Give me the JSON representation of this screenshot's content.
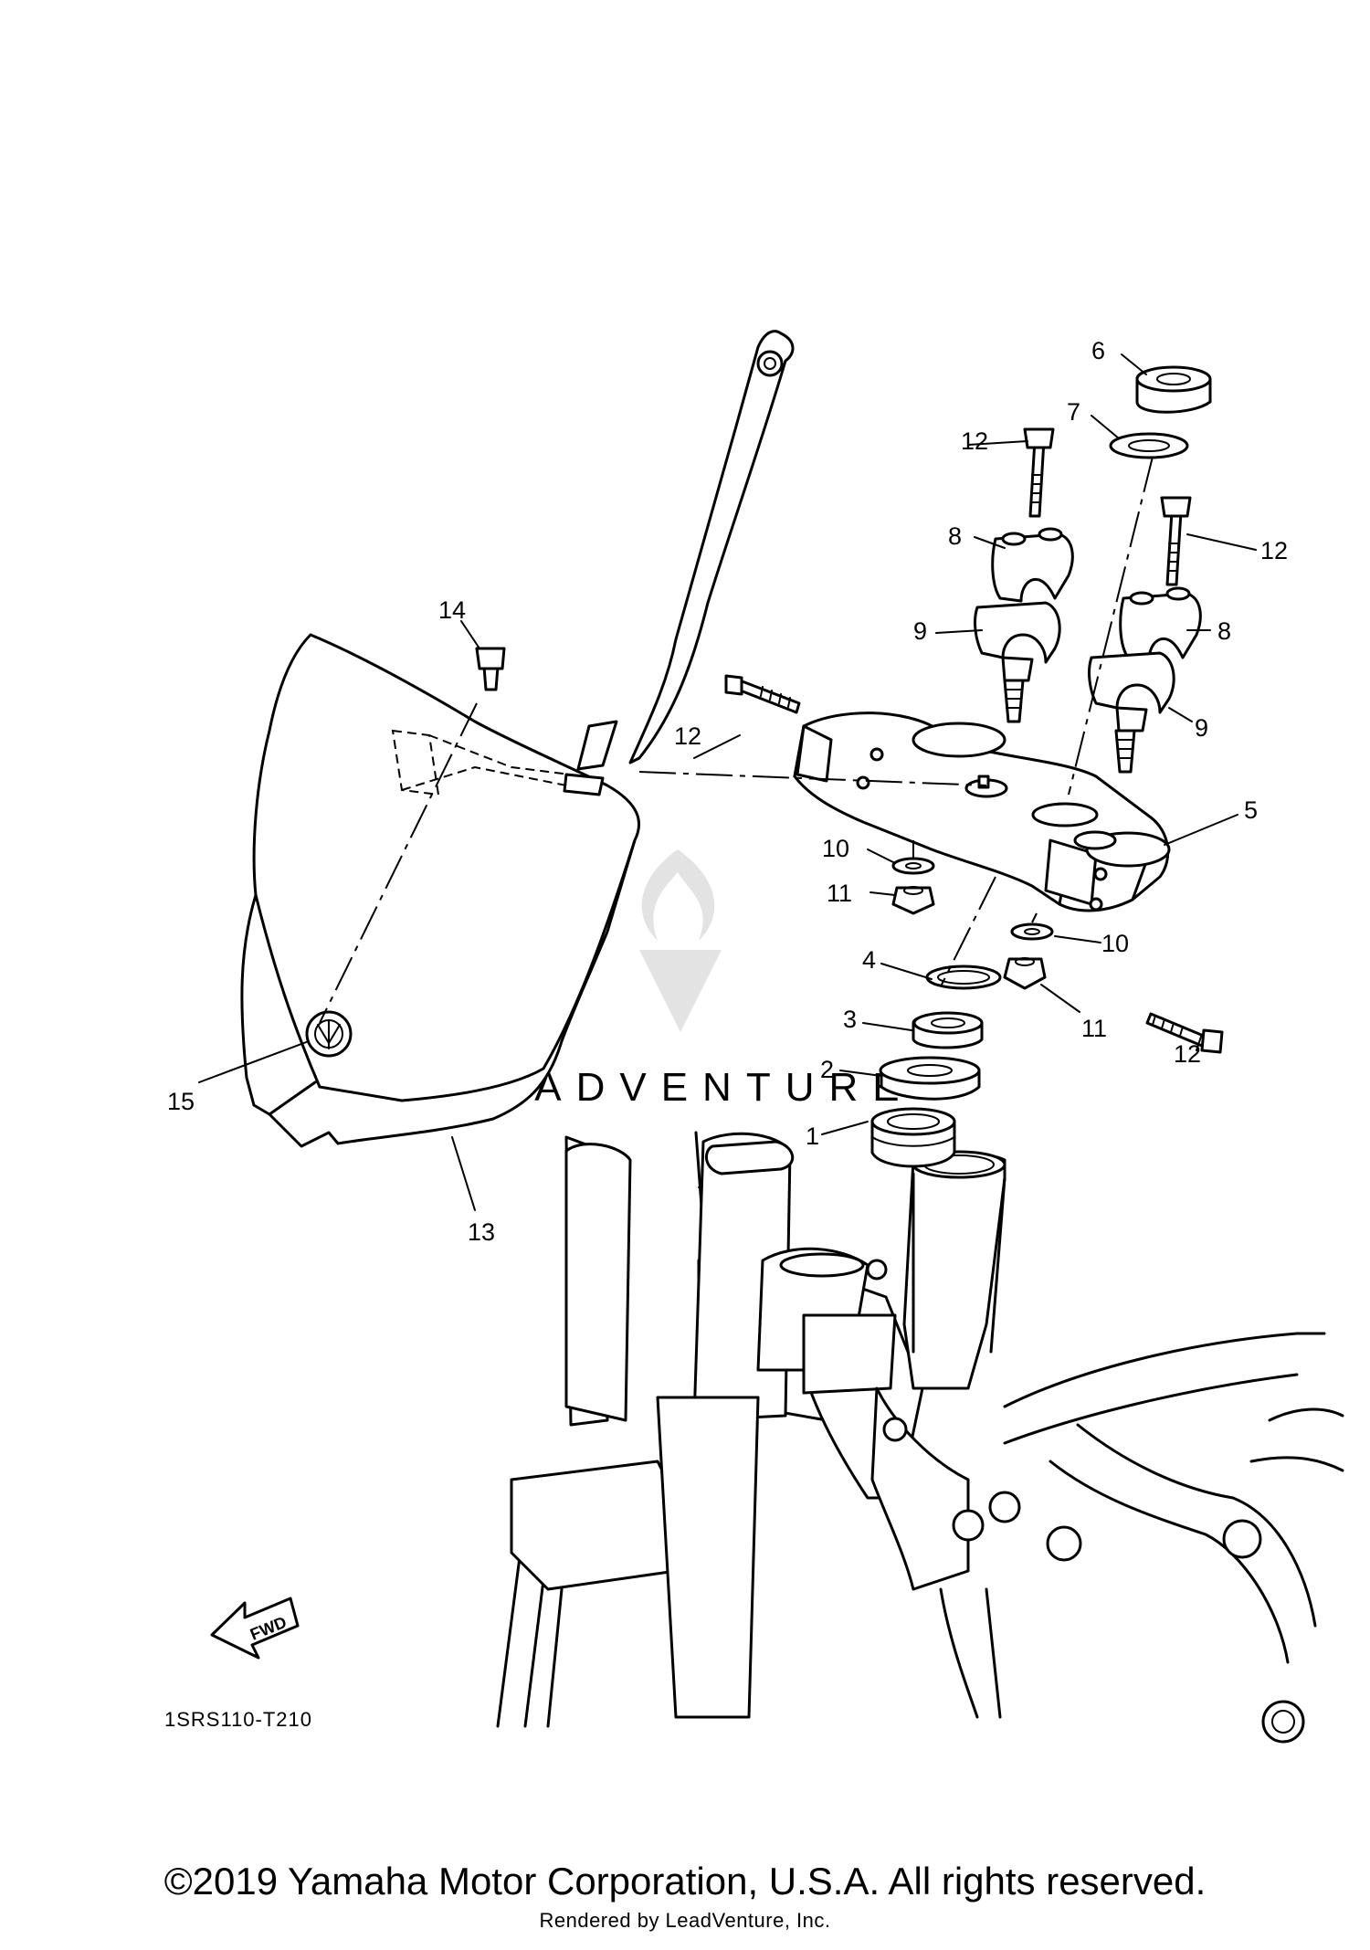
{
  "diagram": {
    "callouts": [
      {
        "id": "1",
        "label": "1"
      },
      {
        "id": "2",
        "label": "2"
      },
      {
        "id": "3",
        "label": "3"
      },
      {
        "id": "4",
        "label": "4"
      },
      {
        "id": "5",
        "label": "5"
      },
      {
        "id": "6",
        "label": "6"
      },
      {
        "id": "7",
        "label": "7"
      },
      {
        "id": "8a",
        "label": "8"
      },
      {
        "id": "8b",
        "label": "8"
      },
      {
        "id": "9a",
        "label": "9"
      },
      {
        "id": "9b",
        "label": "9"
      },
      {
        "id": "10a",
        "label": "10"
      },
      {
        "id": "10b",
        "label": "10"
      },
      {
        "id": "11a",
        "label": "11"
      },
      {
        "id": "11b",
        "label": "11"
      },
      {
        "id": "12a",
        "label": "12"
      },
      {
        "id": "12b",
        "label": "12"
      },
      {
        "id": "12c",
        "label": "12"
      },
      {
        "id": "12d",
        "label": "12"
      },
      {
        "id": "13",
        "label": "13"
      },
      {
        "id": "14",
        "label": "14"
      },
      {
        "id": "15",
        "label": "15"
      }
    ],
    "fwd_label": "FWD",
    "diagram_code": "1SRS110-T210",
    "watermark_text": "LEADVENTURE"
  },
  "footer": {
    "copyright": "©2019 Yamaha Motor Corporation, U.S.A. All rights reserved.",
    "rendered_by": "Rendered by LeadVenture, Inc."
  }
}
